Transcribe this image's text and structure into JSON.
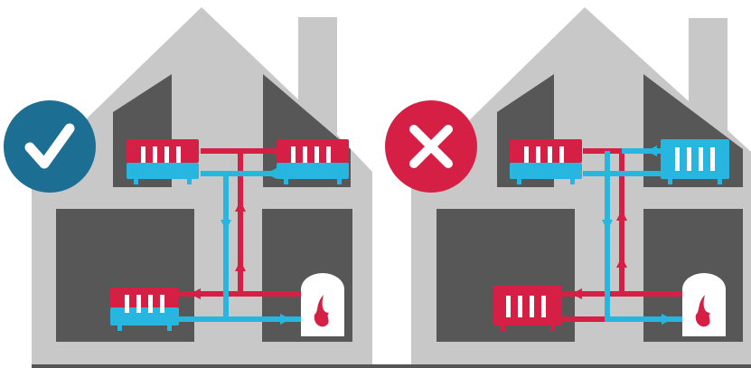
{
  "colors": {
    "background": "#ffffff",
    "house": "#c8c8c8",
    "room": "#575757",
    "hot": "#d61f45",
    "cold": "#27b6e0",
    "boiler": "#ffffff",
    "correct_badge": "#1d6e93",
    "wrong_badge": "#d61f45",
    "ground": "#555555"
  },
  "panels": [
    {
      "id": "balanced",
      "status": "correct",
      "badge_icon": "checkmark-icon",
      "radiators": [
        {
          "room": "upstairs-left",
          "state": "hot-and-cold"
        },
        {
          "room": "upstairs-right",
          "state": "hot-and-cold"
        },
        {
          "room": "downstairs-left",
          "state": "hot-and-cold"
        }
      ],
      "boiler_icon": "flame-icon"
    },
    {
      "id": "unbalanced",
      "status": "wrong",
      "badge_icon": "cross-icon",
      "radiators": [
        {
          "room": "upstairs-left",
          "state": "hot-and-cold"
        },
        {
          "room": "upstairs-right",
          "state": "cold"
        },
        {
          "room": "downstairs-left",
          "state": "hot"
        }
      ],
      "boiler_icon": "flame-icon"
    }
  ]
}
